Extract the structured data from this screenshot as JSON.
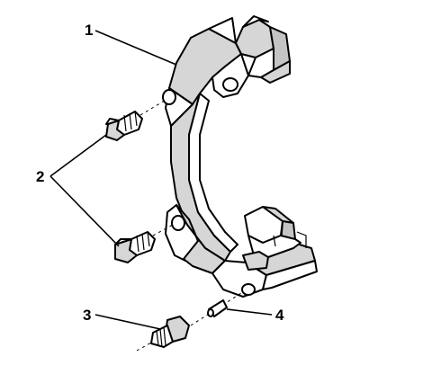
{
  "callouts": {
    "c1": "1",
    "c2": "2",
    "c3": "3",
    "c4": "4"
  },
  "parts": {
    "bracket": "caliper-bracket",
    "bolt_upper": "mounting-bolt-upper",
    "bolt_lower": "mounting-bolt-lower",
    "bleeder": "threaded-fitting",
    "pin": "guide-pin"
  }
}
